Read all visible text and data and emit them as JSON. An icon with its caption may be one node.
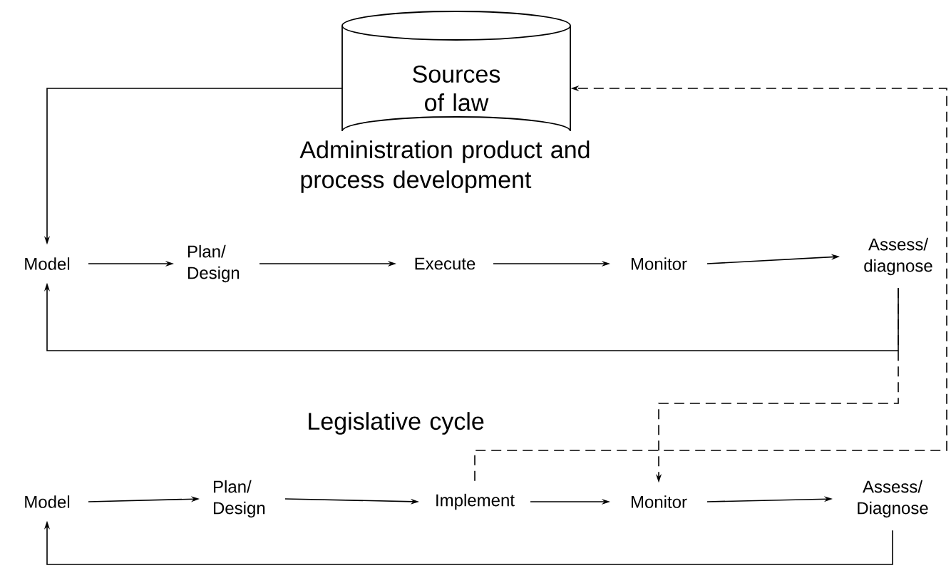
{
  "diagram": {
    "nodes": [
      {
        "text": [
          "Sources of law"
        ]
      },
      {
        "text": [
          "Model"
        ]
      },
      {
        "text": [
          "Plan/ Design"
        ]
      },
      {
        "text": [
          "Execute"
        ]
      },
      {
        "text": [
          "Monitor"
        ]
      },
      {
        "text": [
          "Assess/ diagnose"
        ]
      },
      {
        "text": [
          "Model"
        ]
      },
      {
        "text": [
          "Plan/ Design"
        ]
      },
      {
        "text": [
          "Implement"
        ]
      },
      {
        "text": [
          "Monitor"
        ]
      },
      {
        "text": [
          "Assess/ Diagnose"
        ]
      }
    ],
    "edges": [
      {
        "from": 0,
        "to": 1,
        "arrow": "to"
      },
      {
        "from": 1,
        "to": 2,
        "arrow": "to"
      },
      {
        "from": 2,
        "to": 3,
        "arrow": "to"
      },
      {
        "from": 3,
        "to": 4,
        "arrow": "to"
      },
      {
        "from": 4,
        "to": 5,
        "arrow": "to"
      },
      {
        "from": 5,
        "to": 1,
        "arrow": "to"
      },
      {
        "from": 5,
        "to": 9,
        "arrow": "to",
        "style": "dashed"
      },
      {
        "from": 8,
        "to": 0,
        "arrow": "to",
        "style": "dashed"
      },
      {
        "from": 6,
        "to": 7,
        "arrow": "to"
      },
      {
        "from": 7,
        "to": 8,
        "arrow": "to"
      },
      {
        "from": 8,
        "to": 9,
        "arrow": "to"
      },
      {
        "from": 9,
        "to": 10,
        "arrow": "to"
      },
      {
        "from": 10,
        "to": 6,
        "arrow": "to"
      }
    ],
    "labels": [
      "Administration product and process development",
      "Legislative cycle"
    ]
  }
}
